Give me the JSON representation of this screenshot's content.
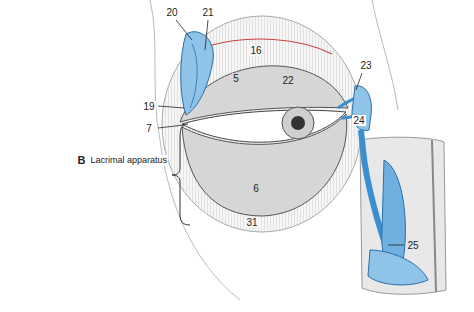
{
  "diagram": {
    "labels": [
      "20",
      "21",
      "16",
      "5",
      "22",
      "23",
      "19",
      "7",
      "24",
      "B",
      "Lacrimal apparatus",
      "6",
      "31",
      "25"
    ]
  }
}
